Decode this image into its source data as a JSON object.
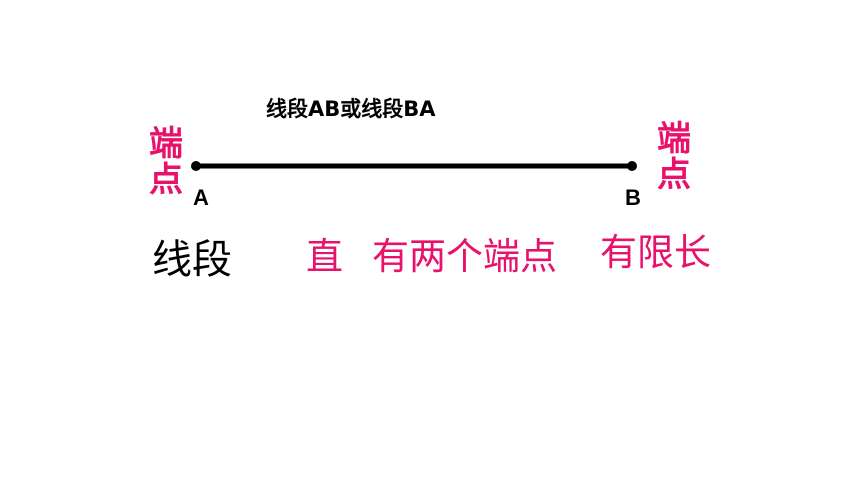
{
  "slide": {
    "caption": "线段AB或线段BA",
    "endpoint_label_left": "端点",
    "endpoint_label_right": "端点",
    "point_a": "A",
    "point_b": "B",
    "term": "线段",
    "properties": [
      "直",
      "有两个端点",
      "有限长"
    ]
  },
  "colors": {
    "accent": "#e8116b",
    "text": "#000000",
    "segment": "#000000",
    "background": "#ffffff"
  }
}
